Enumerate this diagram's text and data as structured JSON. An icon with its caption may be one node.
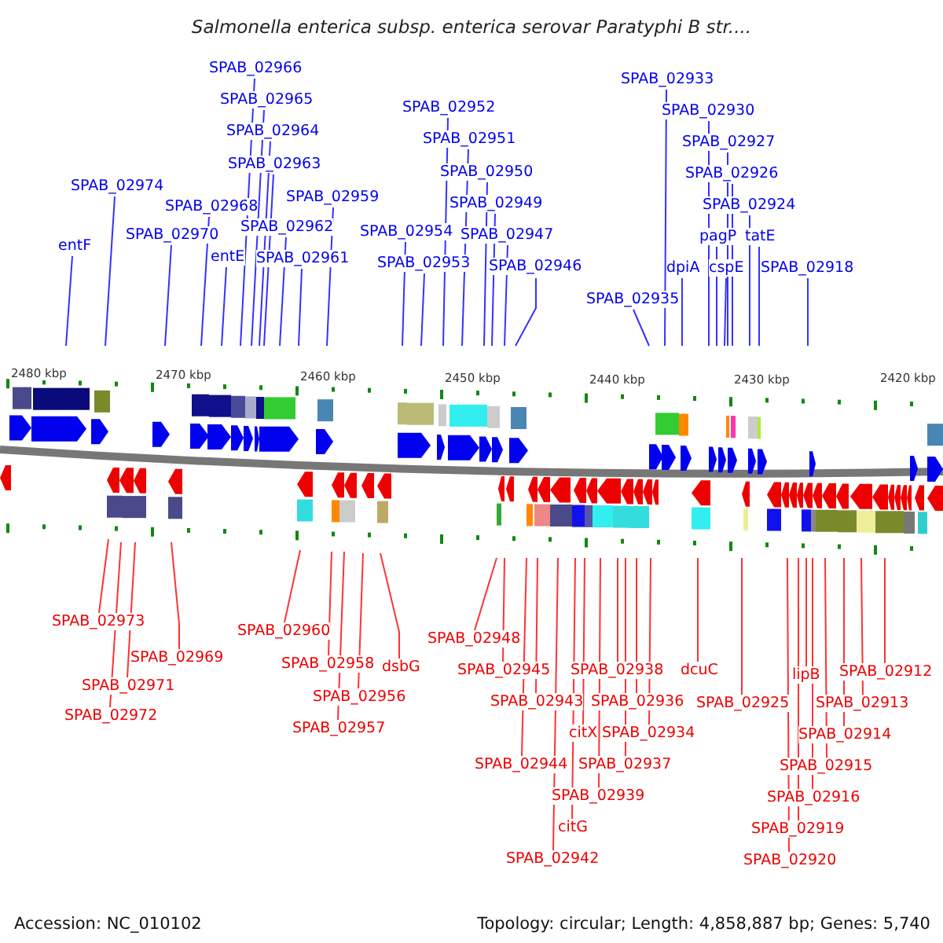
{
  "diagram": {
    "title": "Salmonella enterica subsp. enterica serovar Paratyphi B str....",
    "nodes": [
      {
        "text": [
          "SPAB_02966"
        ]
      },
      {
        "text": [
          "SPAB_02933"
        ]
      },
      {
        "text": [
          "SPAB_02965"
        ]
      },
      {
        "text": [
          "SPAB_02952"
        ]
      },
      {
        "text": [
          "SPAB_02930"
        ]
      },
      {
        "text": [
          "SPAB_02964"
        ]
      },
      {
        "text": [
          "SPAB_02951"
        ]
      },
      {
        "text": [
          "SPAB_02927"
        ]
      },
      {
        "text": [
          "SPAB_02963"
        ]
      },
      {
        "text": [
          "SPAB_02950"
        ]
      },
      {
        "text": [
          "SPAB_02926"
        ]
      },
      {
        "text": [
          "SPAB_02974"
        ]
      },
      {
        "text": [
          "SPAB_02959"
        ]
      },
      {
        "text": [
          "SPAB_02968"
        ]
      },
      {
        "text": [
          "SPAB_02949"
        ]
      },
      {
        "text": [
          "SPAB_02924"
        ]
      },
      {
        "text": [
          "SPAB_02962"
        ]
      },
      {
        "text": [
          "SPAB_02954"
        ]
      },
      {
        "text": [
          "SPAB_02970"
        ]
      },
      {
        "text": [
          "SPAB_02947"
        ]
      },
      {
        "text": [
          "pagP"
        ]
      },
      {
        "text": [
          "tatE"
        ]
      },
      {
        "text": [
          "entF"
        ]
      },
      {
        "text": [
          "entE"
        ]
      },
      {
        "text": [
          "SPAB_02961"
        ]
      },
      {
        "text": [
          "SPAB_02953"
        ]
      },
      {
        "text": [
          "SPAB_02946"
        ]
      },
      {
        "text": [
          "dpiA"
        ]
      },
      {
        "text": [
          "cspE"
        ]
      },
      {
        "text": [
          "SPAB_02918"
        ]
      },
      {
        "text": [
          "SPAB_02935"
        ]
      },
      {
        "text": [
          "SPAB_02973"
        ]
      },
      {
        "text": [
          "SPAB_02960"
        ]
      },
      {
        "text": [
          "SPAB_02948"
        ]
      },
      {
        "text": [
          "SPAB_02969"
        ]
      },
      {
        "text": [
          "SPAB_02958"
        ]
      },
      {
        "text": [
          "dsbG"
        ]
      },
      {
        "text": [
          "SPAB_02945"
        ]
      },
      {
        "text": [
          "SPAB_02938"
        ]
      },
      {
        "text": [
          "dcuC"
        ]
      },
      {
        "text": [
          "SPAB_02912"
        ]
      },
      {
        "text": [
          "lipB"
        ]
      },
      {
        "text": [
          "SPAB_02971"
        ]
      },
      {
        "text": [
          "SPAB_02956"
        ]
      },
      {
        "text": [
          "SPAB_02943"
        ]
      },
      {
        "text": [
          "SPAB_02936"
        ]
      },
      {
        "text": [
          "SPAB_02925"
        ]
      },
      {
        "text": [
          "SPAB_02913"
        ]
      },
      {
        "text": [
          "SPAB_02972"
        ]
      },
      {
        "text": [
          "SPAB_02957"
        ]
      },
      {
        "text": [
          "citX"
        ]
      },
      {
        "text": [
          "SPAB_02934"
        ]
      },
      {
        "text": [
          "SPAB_02914"
        ]
      },
      {
        "text": [
          "SPAB_02944"
        ]
      },
      {
        "text": [
          "SPAB_02937"
        ]
      },
      {
        "text": [
          "SPAB_02915"
        ]
      },
      {
        "text": [
          "SPAB_02939"
        ]
      },
      {
        "text": [
          "SPAB_02916"
        ]
      },
      {
        "text": [
          "citG"
        ]
      },
      {
        "text": [
          "SPAB_02919"
        ]
      },
      {
        "text": [
          "SPAB_02942"
        ]
      },
      {
        "text": [
          "SPAB_02920"
        ]
      }
    ],
    "edges": [
      {
        "from": 0,
        "to": null,
        "arrow": "none"
      },
      {
        "from": 1,
        "to": null,
        "arrow": "none"
      },
      {
        "from": 2,
        "to": null,
        "arrow": "none"
      },
      {
        "from": 3,
        "to": null,
        "arrow": "none"
      },
      {
        "from": 4,
        "to": null,
        "arrow": "none"
      },
      {
        "from": 5,
        "to": null,
        "arrow": "none"
      },
      {
        "from": 6,
        "to": null,
        "arrow": "none"
      },
      {
        "from": 7,
        "to": null,
        "arrow": "none"
      },
      {
        "from": 8,
        "to": null,
        "arrow": "none"
      },
      {
        "from": 9,
        "to": null,
        "arrow": "none"
      },
      {
        "from": 10,
        "to": null,
        "arrow": "none"
      },
      {
        "from": 11,
        "to": null,
        "arrow": "none"
      },
      {
        "from": 12,
        "to": null,
        "arrow": "none"
      },
      {
        "from": 13,
        "to": null,
        "arrow": "none"
      },
      {
        "from": 14,
        "to": null,
        "arrow": "none"
      },
      {
        "from": 15,
        "to": null,
        "arrow": "none"
      },
      {
        "from": 16,
        "to": null,
        "arrow": "none"
      },
      {
        "from": 17,
        "to": null,
        "arrow": "none"
      },
      {
        "from": 18,
        "to": null,
        "arrow": "none"
      },
      {
        "from": 19,
        "to": null,
        "arrow": "none"
      },
      {
        "from": 20,
        "to": null,
        "arrow": "none"
      },
      {
        "from": 21,
        "to": null,
        "arrow": "none"
      },
      {
        "from": 22,
        "to": null,
        "arrow": "none"
      },
      {
        "from": 23,
        "to": null,
        "arrow": "none"
      },
      {
        "from": 24,
        "to": null,
        "arrow": "none"
      },
      {
        "from": 25,
        "to": null,
        "arrow": "none"
      },
      {
        "from": 26,
        "to": null,
        "arrow": "none"
      },
      {
        "from": 27,
        "to": null,
        "arrow": "none"
      },
      {
        "from": 28,
        "to": null,
        "arrow": "none"
      },
      {
        "from": 29,
        "to": null,
        "arrow": "none"
      },
      {
        "from": 30,
        "to": null,
        "arrow": "none"
      },
      {
        "from": 31,
        "to": null,
        "arrow": "none",
        "color": "#ff3333"
      },
      {
        "from": 32,
        "to": null,
        "arrow": "none",
        "color": "#ff3333"
      },
      {
        "from": 33,
        "to": null,
        "arrow": "none",
        "color": "#ff3333"
      },
      {
        "from": 34,
        "to": null,
        "arrow": "none",
        "color": "#ff3333"
      },
      {
        "from": 35,
        "to": null,
        "arrow": "none",
        "color": "#ff3333"
      },
      {
        "from": 36,
        "to": null,
        "arrow": "none",
        "color": "#ff3333"
      },
      {
        "from": 37,
        "to": null,
        "arrow": "none",
        "color": "#ff3333"
      },
      {
        "from": 38,
        "to": null,
        "arrow": "none",
        "color": "#ff3333"
      },
      {
        "from": 39,
        "to": null,
        "arrow": "none",
        "color": "#ff3333"
      },
      {
        "from": 40,
        "to": null,
        "arrow": "none",
        "color": "#ff3333"
      },
      {
        "from": 41,
        "to": null,
        "arrow": "none",
        "color": "#ff3333"
      },
      {
        "from": 42,
        "to": null,
        "arrow": "none",
        "color": "#ff3333"
      },
      {
        "from": 43,
        "to": null,
        "arrow": "none",
        "color": "#ff3333"
      },
      {
        "from": 44,
        "to": null,
        "arrow": "none",
        "color": "#ff3333"
      },
      {
        "from": 45,
        "to": null,
        "arrow": "none",
        "color": "#ff3333"
      },
      {
        "from": 46,
        "to": null,
        "arrow": "none",
        "color": "#ff3333"
      },
      {
        "from": 47,
        "to": null,
        "arrow": "none",
        "color": "#ff3333"
      },
      {
        "from": 48,
        "to": null,
        "arrow": "none",
        "color": "#ff3333"
      },
      {
        "from": 49,
        "to": null,
        "arrow": "none",
        "color": "#ff3333"
      },
      {
        "from": 50,
        "to": null,
        "arrow": "none",
        "color": "#ff3333"
      },
      {
        "from": 51,
        "to": null,
        "arrow": "none",
        "color": "#ff3333"
      },
      {
        "from": 52,
        "to": null,
        "arrow": "none",
        "color": "#ff3333"
      },
      {
        "from": 53,
        "to": null,
        "arrow": "none",
        "color": "#ff3333"
      },
      {
        "from": 54,
        "to": null,
        "arrow": "none",
        "color": "#ff3333"
      },
      {
        "from": 55,
        "to": null,
        "arrow": "none",
        "color": "#ff3333"
      },
      {
        "from": 56,
        "to": null,
        "arrow": "none",
        "color": "#ff3333"
      },
      {
        "from": 57,
        "to": null,
        "arrow": "none",
        "color": "#ff3333"
      },
      {
        "from": 58,
        "to": null,
        "arrow": "none",
        "color": "#ff3333"
      },
      {
        "from": 59,
        "to": null,
        "arrow": "none",
        "color": "#ff3333"
      },
      {
        "from": 60,
        "to": null,
        "arrow": "none",
        "color": "#ff3333"
      },
      {
        "from": 61,
        "to": null,
        "arrow": "none",
        "color": "#ff3333"
      }
    ],
    "labels": [
      "2480 kbp",
      "2470 kbp",
      "2460 kbp",
      "2450 kbp",
      "2440 kbp",
      "2430 kbp",
      "2420 kbp",
      "Accession: NC_010102",
      "Topology: circular; Length: 4,858,887 bp; Genes: 5,740"
    ]
  }
}
